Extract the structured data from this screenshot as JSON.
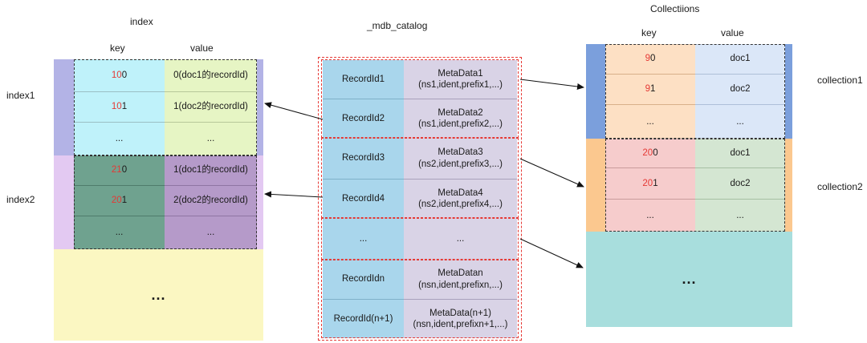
{
  "index": {
    "title": "index",
    "key_header": "key",
    "value_header": "value",
    "group1_label": "index1",
    "group2_label": "index2",
    "rows": [
      {
        "key_red": "10",
        "key_rest": "0",
        "value": "0(doc1的recordId)"
      },
      {
        "key_red": "10",
        "key_rest": "1",
        "value": "1(doc2的recordId)"
      },
      {
        "key_red": "",
        "key_rest": "...",
        "value": "..."
      },
      {
        "key_red": "21",
        "key_rest": "0",
        "value": "1(doc1的recordId)"
      },
      {
        "key_red": "20",
        "key_rest": "1",
        "value": "2(doc2的recordId)"
      },
      {
        "key_red": "",
        "key_rest": "...",
        "value": "..."
      }
    ],
    "more": "..."
  },
  "catalog": {
    "title": "_mdb_catalog",
    "rows": [
      {
        "id": "RecordId1",
        "meta_line1": "MetaData1",
        "meta_line2": "(ns1,ident,prefix1,...)"
      },
      {
        "id": "RecordId2",
        "meta_line1": "MetaData2",
        "meta_line2": "(ns1,ident,prefix2,...)"
      },
      {
        "id": "RecordId3",
        "meta_line1": "MetaData3",
        "meta_line2": "(ns2,ident,prefix3,...)"
      },
      {
        "id": "RecordId4",
        "meta_line1": "MetaData4",
        "meta_line2": "(ns2,ident,prefix4,...)"
      },
      {
        "id": "...",
        "meta_line1": "...",
        "meta_line2": ""
      },
      {
        "id": "RecordIdn",
        "meta_line1": "MetaDatan",
        "meta_line2": "(nsn,ident,prefixn,...)"
      },
      {
        "id": "RecordId(n+1)",
        "meta_line1": "MetaData(n+1)",
        "meta_line2": "(nsn,ident,prefixn+1,...)"
      }
    ]
  },
  "collections": {
    "title": "Collectiions",
    "key_header": "key",
    "value_header": "value",
    "group1_label": "collection1",
    "group2_label": "collection2",
    "rows": [
      {
        "key_red": "9",
        "key_rest": "0",
        "value": "doc1"
      },
      {
        "key_red": "9",
        "key_rest": "1",
        "value": "doc2"
      },
      {
        "key_red": "",
        "key_rest": "...",
        "value": "..."
      },
      {
        "key_red": "20",
        "key_rest": "0",
        "value": "doc1"
      },
      {
        "key_red": "20",
        "key_rest": "1",
        "value": "doc2"
      },
      {
        "key_red": "",
        "key_rest": "...",
        "value": "..."
      }
    ],
    "more": "..."
  },
  "colors": {
    "accent_red": "#e53935",
    "index1_key": "#bff2fa",
    "index1_value": "#e6f5c4",
    "index2_key": "#6fa28f",
    "index2_value": "#b59ac9",
    "index_more": "#fbf7c2",
    "catalog_id": "#a9d6ec",
    "catalog_meta": "#d9d3e6",
    "coll1_key": "#fde0c4",
    "coll1_value": "#dbe7f8",
    "coll2_key": "#f6cccc",
    "coll2_value": "#d4e6d2",
    "coll_more": "#a8dedd"
  }
}
